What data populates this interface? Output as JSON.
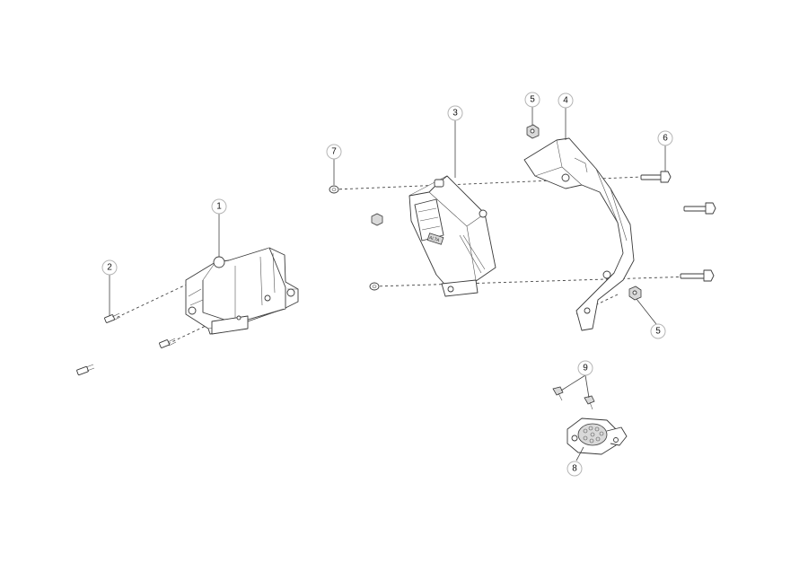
{
  "callouts": {
    "c1": "1",
    "c2": "2",
    "c3": "3",
    "c4": "4",
    "c5a": "5",
    "c5b": "5",
    "c6": "6",
    "c7": "7",
    "c8": "8",
    "c9": "9"
  },
  "part_labels": {
    "module_3_label": "ALTA"
  }
}
